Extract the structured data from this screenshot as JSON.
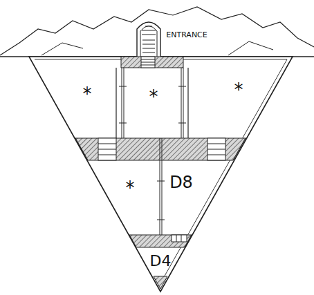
{
  "diagram": {
    "labels": [
      "ENTRANCE",
      "*",
      "*",
      "*",
      "*",
      "D8",
      "D4"
    ]
  }
}
